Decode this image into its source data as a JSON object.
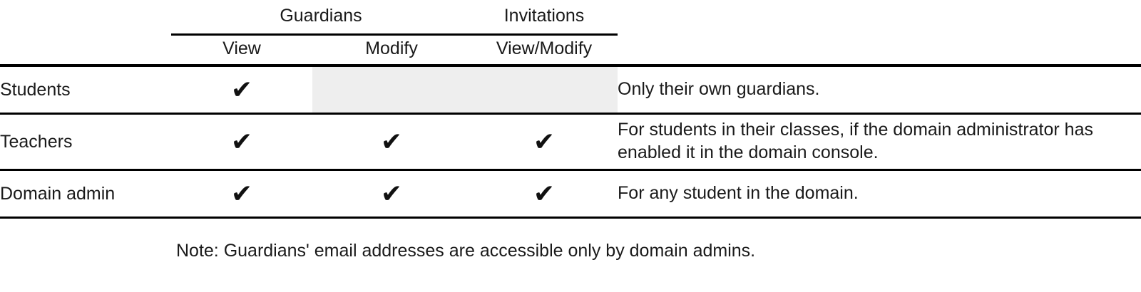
{
  "table": {
    "group_headers": [
      {
        "label": "Guardians",
        "spans": [
          "View",
          "Modify"
        ]
      },
      {
        "label": "Invitations",
        "spans": [
          "View/Modify"
        ]
      }
    ],
    "columns": {
      "role": "",
      "guardians_view": "View",
      "guardians_modify": "Modify",
      "invitations_viewmodify": "View/Modify",
      "notes": ""
    },
    "rows": [
      {
        "role": "Students",
        "guardians_view": "check",
        "guardians_modify": "shaded",
        "invitations_viewmodify": "shaded",
        "notes": "Only their own guardians."
      },
      {
        "role": "Teachers",
        "guardians_view": "check",
        "guardians_modify": "check",
        "invitations_viewmodify": "check",
        "notes": "For students in their classes, if the domain administrator has enabled it in the domain console."
      },
      {
        "role": "Domain admin",
        "guardians_view": "check",
        "guardians_modify": "check",
        "invitations_viewmodify": "check",
        "notes": "For any student in the domain."
      }
    ],
    "check_glyph": "✔"
  },
  "footnote": {
    "text": "Note: Guardians' email addresses are accessible only by domain admins."
  },
  "colors": {
    "text": "#1a1a1a",
    "rule": "#000000",
    "shaded_cell": "#eeeeee",
    "background": "#ffffff"
  }
}
